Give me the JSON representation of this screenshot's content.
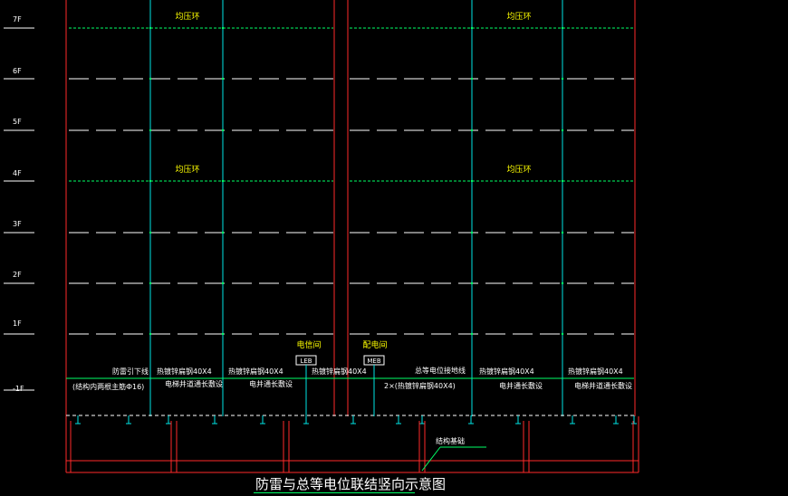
{
  "floors": [
    "7F",
    "6F",
    "5F",
    "4F",
    "3F",
    "2F",
    "1F",
    "-1F"
  ],
  "ring_label": "均压环",
  "rooms": {
    "telecom": "电信间",
    "power": "配电间"
  },
  "boxes": {
    "leb": "LEB",
    "meb": "MEB"
  },
  "annotations": {
    "lightning_down": "防雷引下线",
    "lightning_down_sub": "(结构内两根主筋Ф16)",
    "galv_flat_1": "热镀锌扁钢40X4",
    "shaft_run_1": "电梯井道通长敷设",
    "galv_flat_2": "热镀锌扁钢40X4",
    "shaft_run_2": "电井通长敷设",
    "galv_flat_3": "热镀锌扁钢40X4",
    "main_bond": "总等电位接地线",
    "main_bond_sub": "2×(热镀锌扁钢40X4)",
    "galv_flat_4": "热镀锌扁钢40X4",
    "shaft_run_4": "电井通长敷设",
    "galv_flat_5": "热镀锌扁钢40X4",
    "shaft_run_5": "电梯井道通长敷设",
    "foundation": "结构基础"
  },
  "title": "防雷与总等电位联结竖向示意图",
  "colors": {
    "background": "#000000",
    "red": "#ff2a2a",
    "cyan": "#00e5e5",
    "green": "#00ff66",
    "yellow": "#ffff00",
    "white": "#ffffff"
  }
}
